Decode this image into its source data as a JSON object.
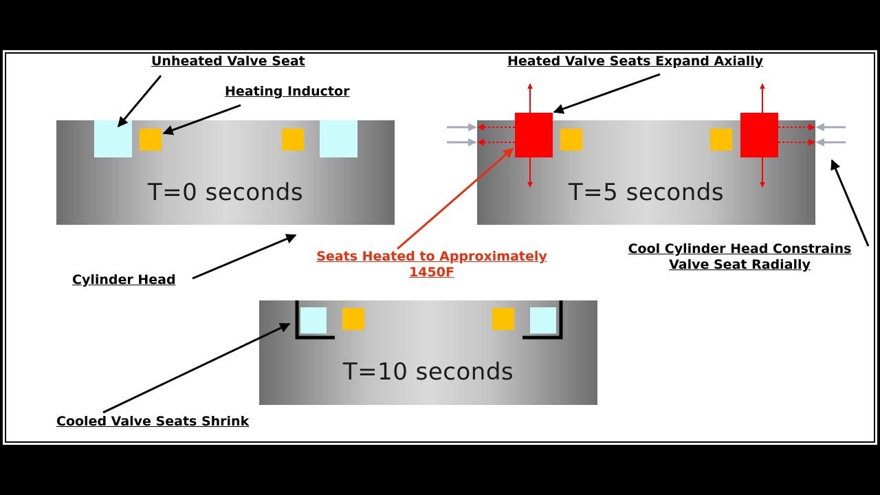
{
  "stages": {
    "t0": {
      "label": "T=0 seconds"
    },
    "t5": {
      "label": "T=5 seconds"
    },
    "t10": {
      "label": "T=10 seconds"
    }
  },
  "labels": {
    "unheated_seat": "Unheated Valve Seat",
    "heating_inductor": "Heating Inductor",
    "cylinder_head": "Cylinder Head",
    "expand_axially": "Heated Valve Seats Expand Axially",
    "heated_to": "Seats Heated to Approximately",
    "heated_temp": "1450F",
    "constrains_line1": "Cool Cylinder Head Constrains",
    "constrains_line2": "Valve Seat Radially",
    "shrink": "Cooled Valve Seats Shrink"
  },
  "colors": {
    "cool_seat": "#ccfbfb",
    "hot_seat": "#ff0000",
    "inductor": "#ffc000",
    "highlight_text": "#e63010",
    "constraint_arrow": "#a0aab8"
  }
}
